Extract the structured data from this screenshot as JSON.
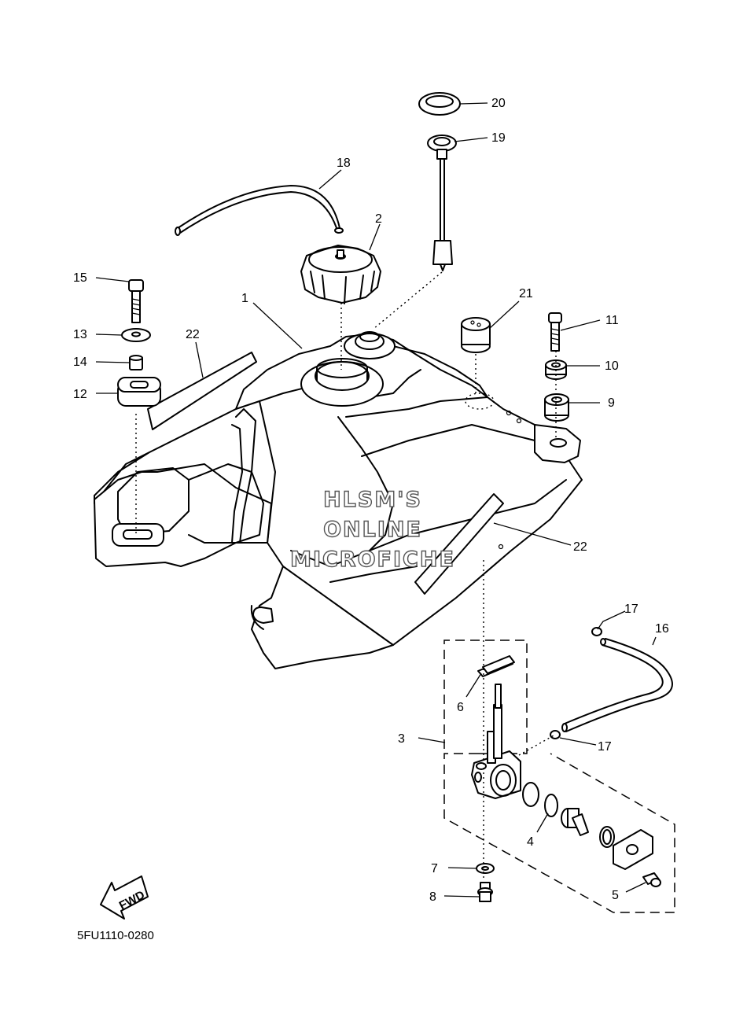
{
  "callouts": {
    "c1": "1",
    "c2": "2",
    "c3": "3",
    "c4": "4",
    "c5": "5",
    "c6": "6",
    "c7": "7",
    "c8": "8",
    "c9": "9",
    "c10": "10",
    "c11": "11",
    "c12": "12",
    "c13": "13",
    "c14": "14",
    "c15": "15",
    "c16": "16",
    "c17a": "17",
    "c17b": "17",
    "c18": "18",
    "c19": "19",
    "c20": "20",
    "c21": "21",
    "c22a": "22",
    "c22b": "22"
  },
  "watermark": {
    "line1": "HLSM'S",
    "line2": "ONLINE",
    "line3": "MICROFICHE"
  },
  "fwd_label": "FWD",
  "diagram_code": "5FU1110-0280",
  "icons": {
    "direction_arrow": "fwd-arrow-icon"
  }
}
